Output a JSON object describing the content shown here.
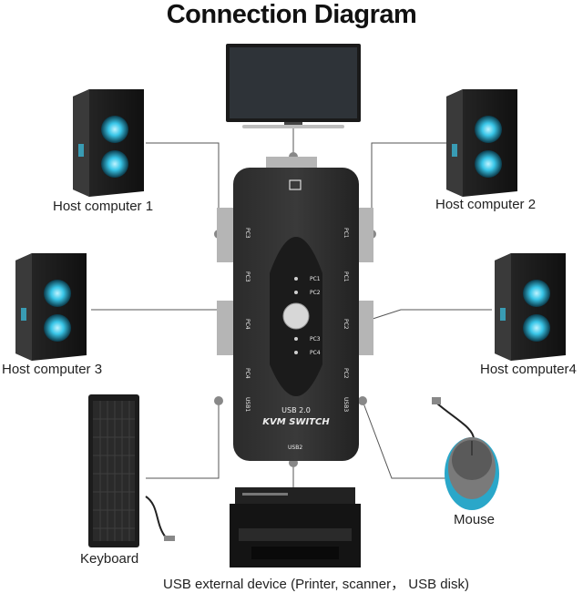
{
  "title": "Connection Diagram",
  "labels": {
    "host1": "Host computer 1",
    "host2": "Host computer 2",
    "host3": "Host computer 3",
    "host4": "Host computer4",
    "keyboard": "Keyboard",
    "mouse": "Mouse",
    "usb_device": "USB external device (Printer, scanner， USB disk)"
  },
  "switch": {
    "top_line": "USB 2.0",
    "brand": "KVM SWITCH",
    "usb1": "USB1",
    "usb2": "USB2",
    "usb3": "USB3",
    "left_ports": [
      "PC3",
      "PC3",
      "PC4",
      "PC4"
    ],
    "right_ports": [
      "PC1",
      "PC1",
      "PC2",
      "PC2"
    ],
    "leds_top": [
      "PC1",
      "PC2"
    ],
    "leds_bottom": [
      "PC3",
      "PC4"
    ]
  },
  "colors": {
    "device_black": "#1c1c1c",
    "tower_glow": "#39c6e8",
    "connector_line": "#555555",
    "mouse_accent": "#2aa7c9"
  }
}
